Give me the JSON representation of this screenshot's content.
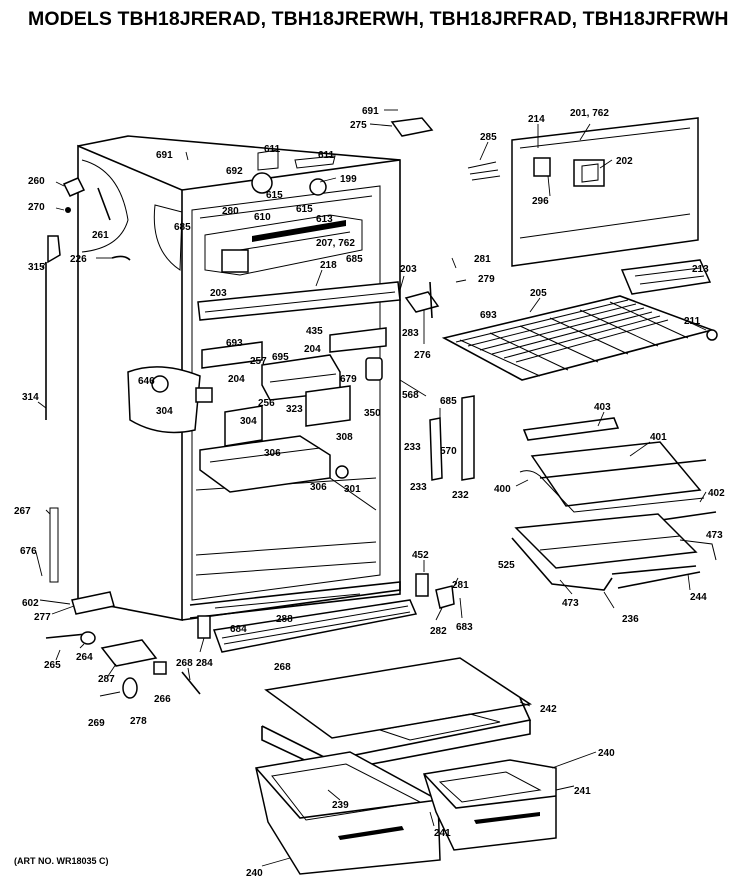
{
  "header": {
    "title": "MODELS TBH18JRERAD, TBH18JRERWH, TBH18JRFRAD, TBH18JRFRWH"
  },
  "footer": {
    "art_number": "(ART NO. WR18035 C)"
  },
  "part_callouts": {
    "c691a": "691",
    "c275": "275",
    "c214": "214",
    "c201": "201, 762",
    "c285": "285",
    "c202": "202",
    "c296": "296",
    "c213": "213",
    "c691b": "691",
    "c692": "692",
    "c611a": "611",
    "c611b": "611",
    "c199": "199",
    "c615a": "615",
    "c615b": "615",
    "c610": "610",
    "c613": "613",
    "c280": "280",
    "c685a": "685",
    "c207": "207, 762",
    "c685b": "685",
    "c260": "260",
    "c270": "270",
    "c261": "261",
    "c315": "315",
    "c226": "226",
    "c218": "218",
    "c281a": "281",
    "c279": "279",
    "c203a": "203",
    "c203b": "203",
    "c205": "205",
    "c283": "283",
    "c693a": "693",
    "c211": "211",
    "c276": "276",
    "c435": "435",
    "c693b": "693",
    "c204a": "204",
    "c257": "257",
    "c695": "695",
    "c679": "679",
    "c204b": "204",
    "c646": "646",
    "c256": "256",
    "c323": "323",
    "c350": "350",
    "c568": "568",
    "c314": "314",
    "c304a": "304",
    "c304b": "304",
    "c308": "308",
    "c685c": "685",
    "c403": "403",
    "c233a": "233",
    "c570": "570",
    "c306a": "306",
    "c401": "401",
    "c306b": "306",
    "c301": "301",
    "c233b": "233",
    "c232": "232",
    "c400": "400",
    "c402": "402",
    "c267": "267",
    "c473a": "473",
    "c676": "676",
    "c452": "452",
    "c525": "525",
    "c281b": "281",
    "c602": "602",
    "c277": "277",
    "c473b": "473",
    "c244": "244",
    "c288": "288",
    "c236": "236",
    "c684": "684",
    "c282": "282",
    "c683": "683",
    "c265": "265",
    "c264": "264",
    "c284": "284",
    "c287": "287",
    "c268a": "268",
    "c268b": "268",
    "c266": "266",
    "c269": "269",
    "c278": "278",
    "c242": "242",
    "c240a": "240",
    "c241a": "241",
    "c239": "239",
    "c241b": "241",
    "c240b": "240"
  }
}
